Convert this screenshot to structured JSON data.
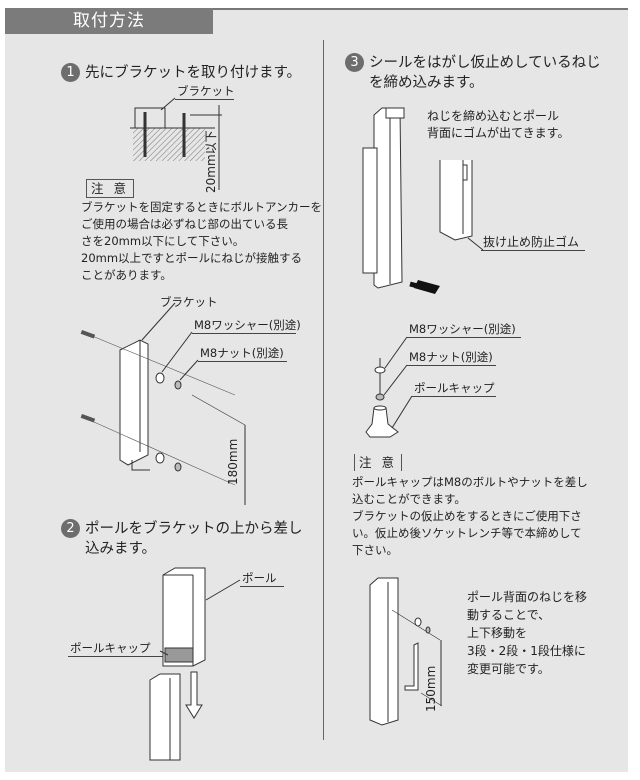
{
  "header": {
    "title": "取付方法"
  },
  "step1": {
    "number": "1",
    "text": "先にブラケットを取り付けます。",
    "diagram_label": "ブラケット",
    "dimension": "20mm以下",
    "note_title": "注 意",
    "note_lines": [
      "ブラケットを固定するときにボルトアンカーを",
      "ご使用の場合は必ずねじ部の出ている長",
      "さを20mm以下にして下さい。",
      "20mm以上ですとポールにねじが接触する",
      "ことがあります。"
    ],
    "exploded": {
      "bracket": "ブラケット",
      "washer": "M8ワッシャー(別途)",
      "nut": "M8ナット(別途)",
      "dimension": "180mm"
    }
  },
  "step2": {
    "number": "2",
    "lines": [
      "ポールをブラケットの上から差し",
      "込みます。"
    ],
    "pole": "ポール",
    "pole_cap": "ポールキャップ"
  },
  "step3": {
    "number": "3",
    "lines": [
      "シールをはがし仮止めしているねじ",
      "を締め込みます。"
    ],
    "desc_lines": [
      "ねじを締め込むとポール",
      "背面にゴムが出てきます。"
    ],
    "rubber": "抜け止め防止ゴム",
    "washer": "M8ワッシャー(別途)",
    "nut": "M8ナット(別途)",
    "pole_cap": "ポールキャップ",
    "note_title": "注 意",
    "note_lines": [
      "ポールキャップはM8のボルトやナットを差し",
      "込むことができます。",
      "ブラケットの仮止めをするときにご使用下さ",
      "い。仮止め後ソケットレンチ等で本締めして",
      "下さい。"
    ]
  },
  "adjust": {
    "lines": [
      "ポール背面のねじを移",
      "動することで、",
      "上下移動を",
      "3段・2段・1段仕様に",
      "変更可能です。"
    ],
    "dimension": "150mm"
  }
}
